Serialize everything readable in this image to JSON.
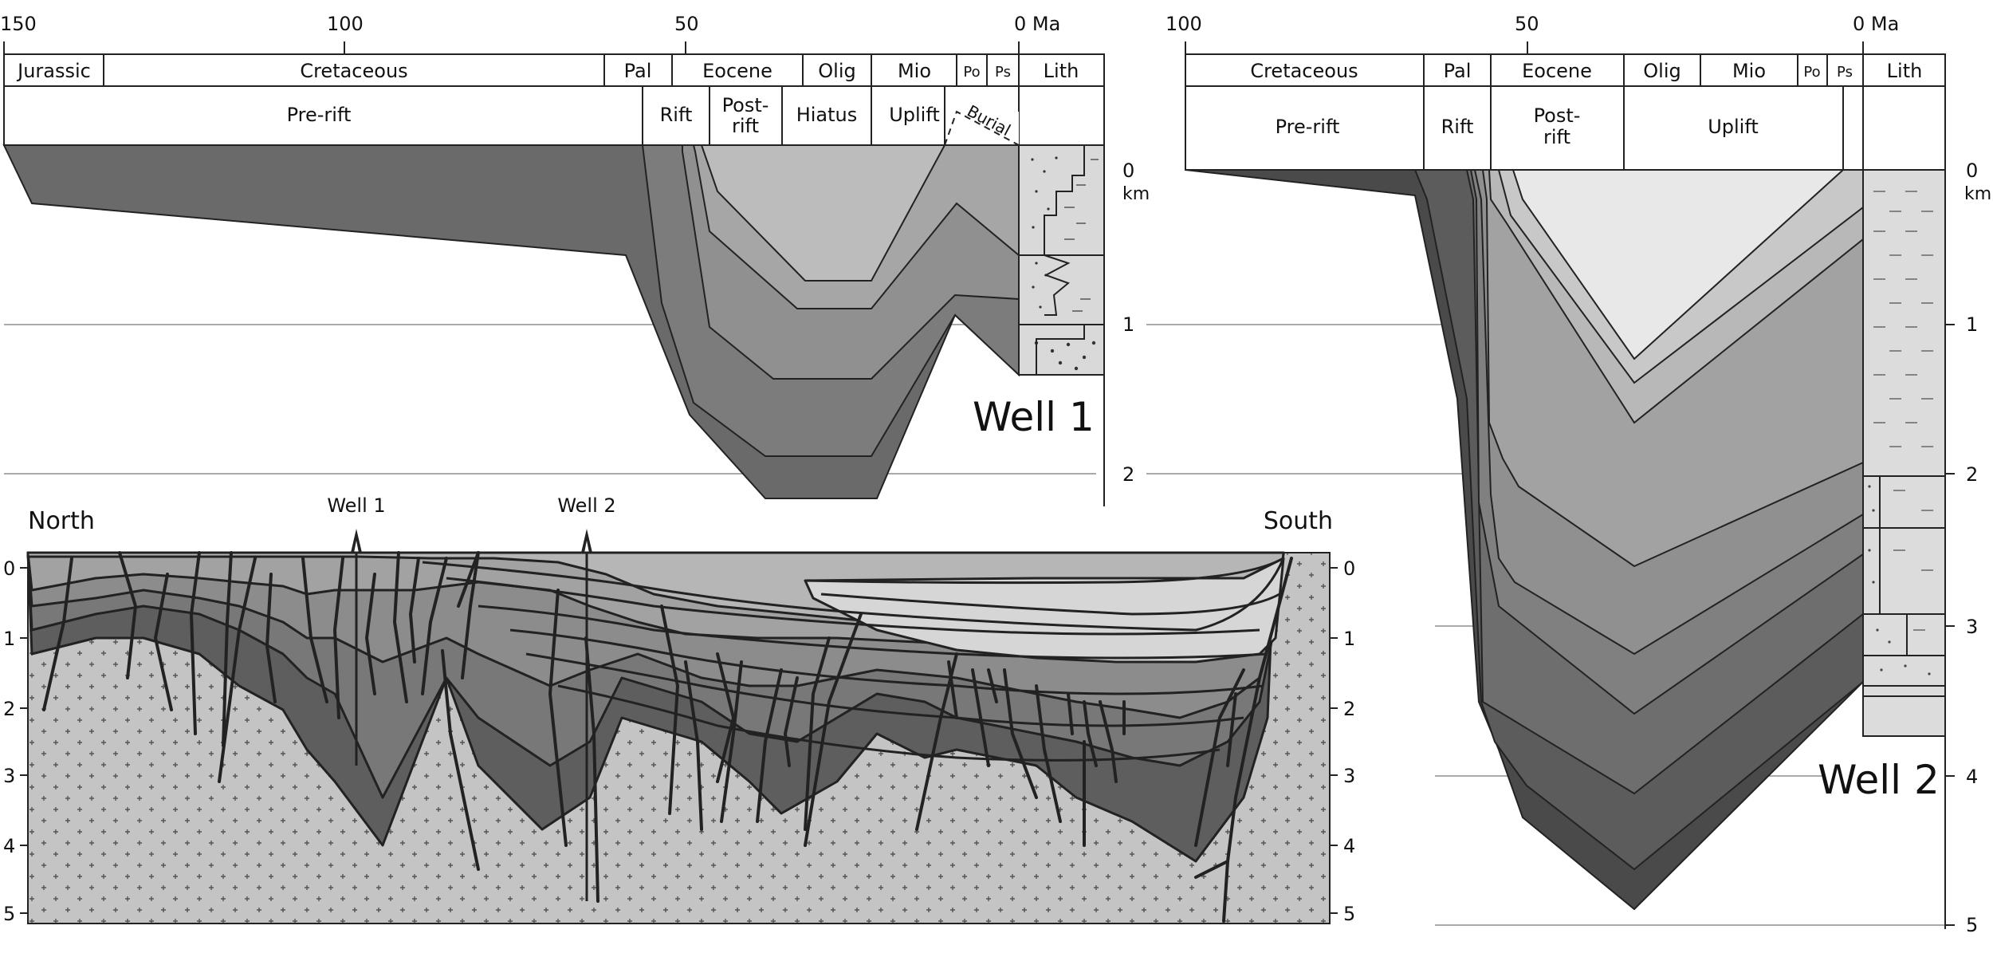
{
  "well1": {
    "name": "Well 1",
    "ticks": [
      "150",
      "100",
      "50",
      "0 Ma"
    ],
    "periods": [
      "Jurassic",
      "Cretaceous",
      "Pal",
      "Eocene",
      "Olig",
      "Mio",
      "Po",
      "Ps",
      "Lith"
    ],
    "phases": [
      "Pre-rift",
      "Rift",
      "Post-",
      "rift",
      "Hiatus",
      "Uplift",
      "Burial"
    ],
    "depth_labels": [
      "0",
      "km",
      "1",
      "2"
    ]
  },
  "well2": {
    "name": "Well 2",
    "ticks": [
      "100",
      "50",
      "0 Ma"
    ],
    "periods": [
      "Cretaceous",
      "Pal",
      "Eocene",
      "Olig",
      "Mio",
      "Po",
      "Ps",
      "Lith"
    ],
    "phases": [
      "Pre-rift",
      "Rift",
      "Post-",
      "rift",
      "Uplift"
    ],
    "depth_labels": [
      "0",
      "km",
      "1",
      "2",
      "3",
      "4",
      "5"
    ]
  },
  "section": {
    "left_label": "North",
    "right_label": "South",
    "well_markers": [
      "Well 1",
      "Well 2"
    ],
    "depth_labels": [
      "0",
      "1",
      "2",
      "3",
      "4",
      "5"
    ]
  }
}
